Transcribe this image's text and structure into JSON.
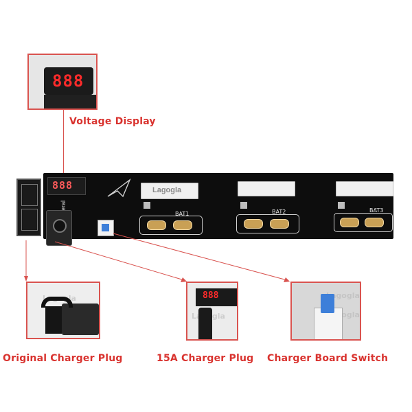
{
  "callouts": {
    "voltage_display": "Voltage Display",
    "original_charger_plug": "Original Charger Plug",
    "charger_15a_plug": "15A Charger Plug",
    "charger_board_switch": "Charger Board Switch"
  },
  "board": {
    "brand": "Lagogla",
    "general_label": "General",
    "display_reading": "888",
    "bat_labels": [
      "BAT1",
      "BAT2",
      "BAT3"
    ]
  },
  "watermark": "Lagogla",
  "colors": {
    "callout_red": "#d9332f",
    "pcb": "#0d0d0d",
    "display_digits": "#ff2b2b",
    "switch_blue": "#3d7fd9"
  }
}
